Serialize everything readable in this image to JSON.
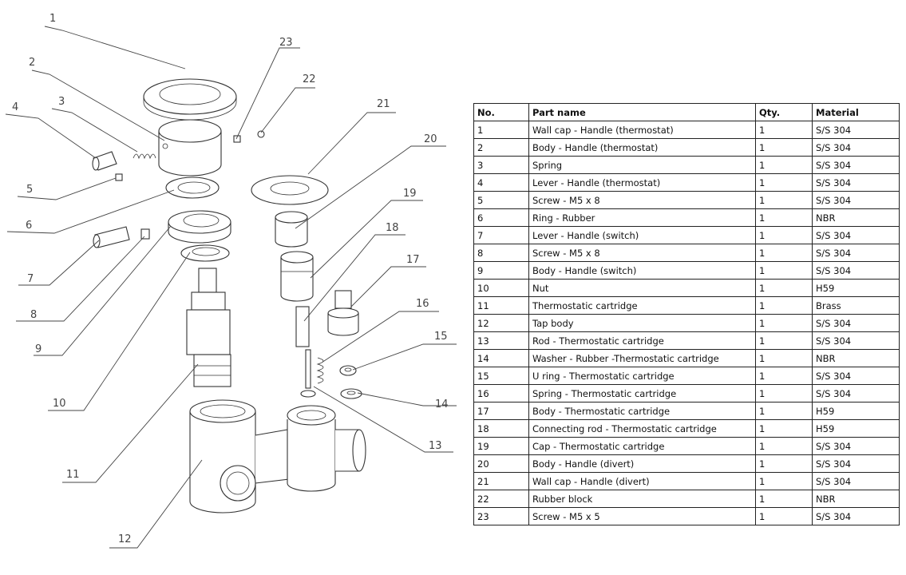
{
  "table": {
    "headers": [
      "No.",
      "Part name",
      "Qty.",
      "Material"
    ],
    "rows": [
      [
        "1",
        "Wall cap - Handle (thermostat)",
        "1",
        "S/S 304"
      ],
      [
        "2",
        "Body - Handle (thermostat)",
        "1",
        "S/S 304"
      ],
      [
        "3",
        "Spring",
        "1",
        "S/S 304"
      ],
      [
        "4",
        "Lever - Handle (thermostat)",
        "1",
        "S/S 304"
      ],
      [
        "5",
        "Screw - M5 x 8",
        "1",
        "S/S 304"
      ],
      [
        "6",
        "Ring - Rubber",
        "1",
        "NBR"
      ],
      [
        "7",
        "Lever - Handle (switch)",
        "1",
        "S/S 304"
      ],
      [
        "8",
        "Screw - M5 x 8",
        "1",
        "S/S 304"
      ],
      [
        "9",
        "Body - Handle (switch)",
        "1",
        "S/S 304"
      ],
      [
        "10",
        "Nut",
        "1",
        "H59"
      ],
      [
        "11",
        "Thermostatic cartridge",
        "1",
        "Brass"
      ],
      [
        "12",
        "Tap body",
        "1",
        "S/S 304"
      ],
      [
        "13",
        "Rod - Thermostatic cartridge",
        "1",
        "S/S 304"
      ],
      [
        "14",
        "Washer - Rubber -Thermostatic cartridge",
        "1",
        "NBR"
      ],
      [
        "15",
        "U ring - Thermostatic cartridge",
        "1",
        "S/S 304"
      ],
      [
        "16",
        "Spring - Thermostatic cartridge",
        "1",
        "S/S 304"
      ],
      [
        "17",
        "Body - Thermostatic cartridge",
        "1",
        "H59"
      ],
      [
        "18",
        "Connecting rod - Thermostatic cartridge",
        "1",
        "H59"
      ],
      [
        "19",
        "Cap - Thermostatic cartridge",
        "1",
        "S/S 304"
      ],
      [
        "20",
        "Body - Handle (divert)",
        "1",
        "S/S 304"
      ],
      [
        "21",
        "Wall cap - Handle (divert)",
        "1",
        "S/S 304"
      ],
      [
        "22",
        "Rubber block",
        "1",
        "NBR"
      ],
      [
        "23",
        "Screw - M5 x 5",
        "1",
        "S/S 304"
      ]
    ]
  },
  "callouts": [
    "1",
    "2",
    "3",
    "4",
    "5",
    "6",
    "7",
    "8",
    "9",
    "10",
    "11",
    "12",
    "13",
    "14",
    "15",
    "16",
    "17",
    "18",
    "19",
    "20",
    "21",
    "22",
    "23"
  ]
}
